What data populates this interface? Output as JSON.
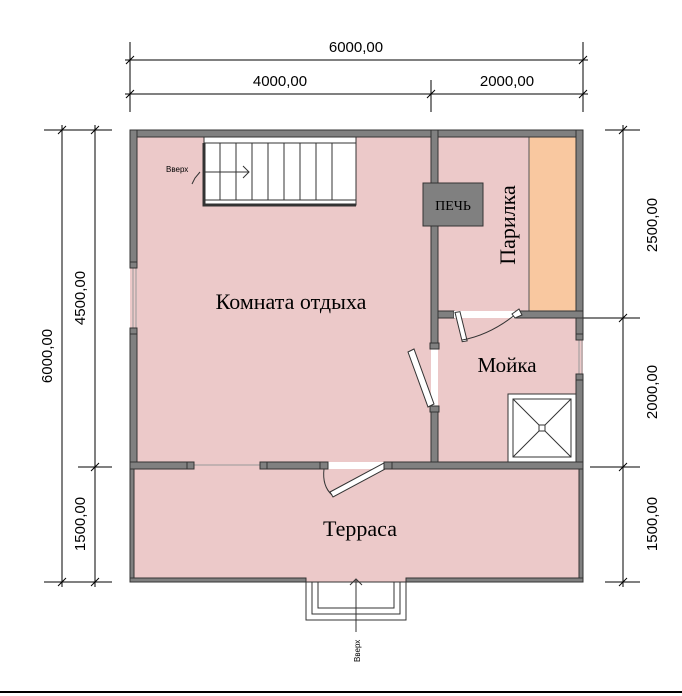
{
  "dimensions": {
    "top_total": "6000,00",
    "top_left": "4000,00",
    "top_right": "2000,00",
    "left_total": "6000,00",
    "left_upper": "4500,00",
    "left_lower": "1500,00",
    "right_top": "2500,00",
    "right_middle": "2000,00",
    "right_bottom": "1500,00"
  },
  "rooms": {
    "rest_room": "Комната отдыха",
    "steam_room": "Парилка",
    "wash_room": "Мойка",
    "terrace": "Терраса"
  },
  "labels": {
    "stove": "ПЕЧЬ",
    "stairs_up": "Вверх",
    "entry_up": "Вверх"
  },
  "colors": {
    "floor": "#ecc9c9",
    "wall": "#808080",
    "bench": "#f9c8a0"
  }
}
